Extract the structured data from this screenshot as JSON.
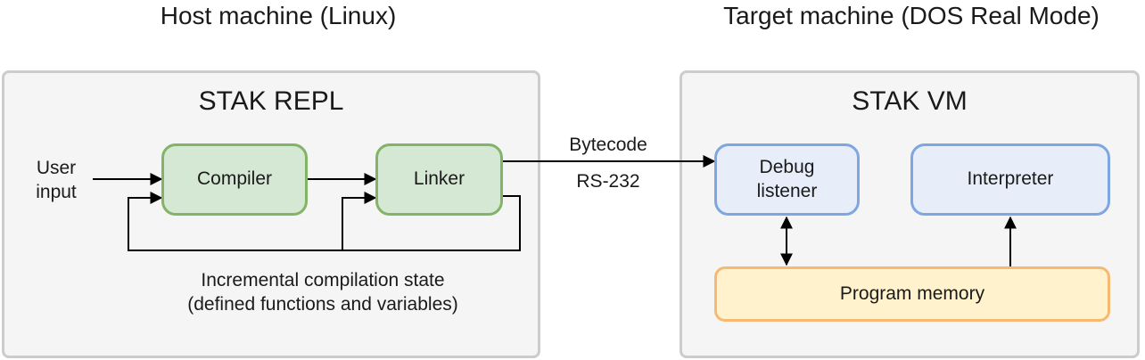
{
  "headings": {
    "host": "Host machine (Linux)",
    "target": "Target machine (DOS Real Mode)"
  },
  "host_panel": {
    "title": "STAK REPL",
    "user_input": [
      "User",
      "input"
    ],
    "compiler": "Compiler",
    "linker": "Linker",
    "state_caption": [
      "Incremental compilation state",
      "(defined functions and variables)"
    ]
  },
  "link": {
    "top_label": "Bytecode",
    "bottom_label": "RS-232"
  },
  "target_panel": {
    "title": "STAK VM",
    "debug_listener": [
      "Debug",
      "listener"
    ],
    "interpreter": "Interpreter",
    "program_memory": "Program memory"
  },
  "colors": {
    "panel_fill": "#f5f5f5",
    "panel_border": "#cccccc",
    "green_fill": "#d5e8d4",
    "green_border": "#82b366",
    "blue_fill": "#e7eefa",
    "blue_border": "#7ea6e0",
    "yellow_fill": "#fff2cc",
    "yellow_border": "#f5b971"
  }
}
